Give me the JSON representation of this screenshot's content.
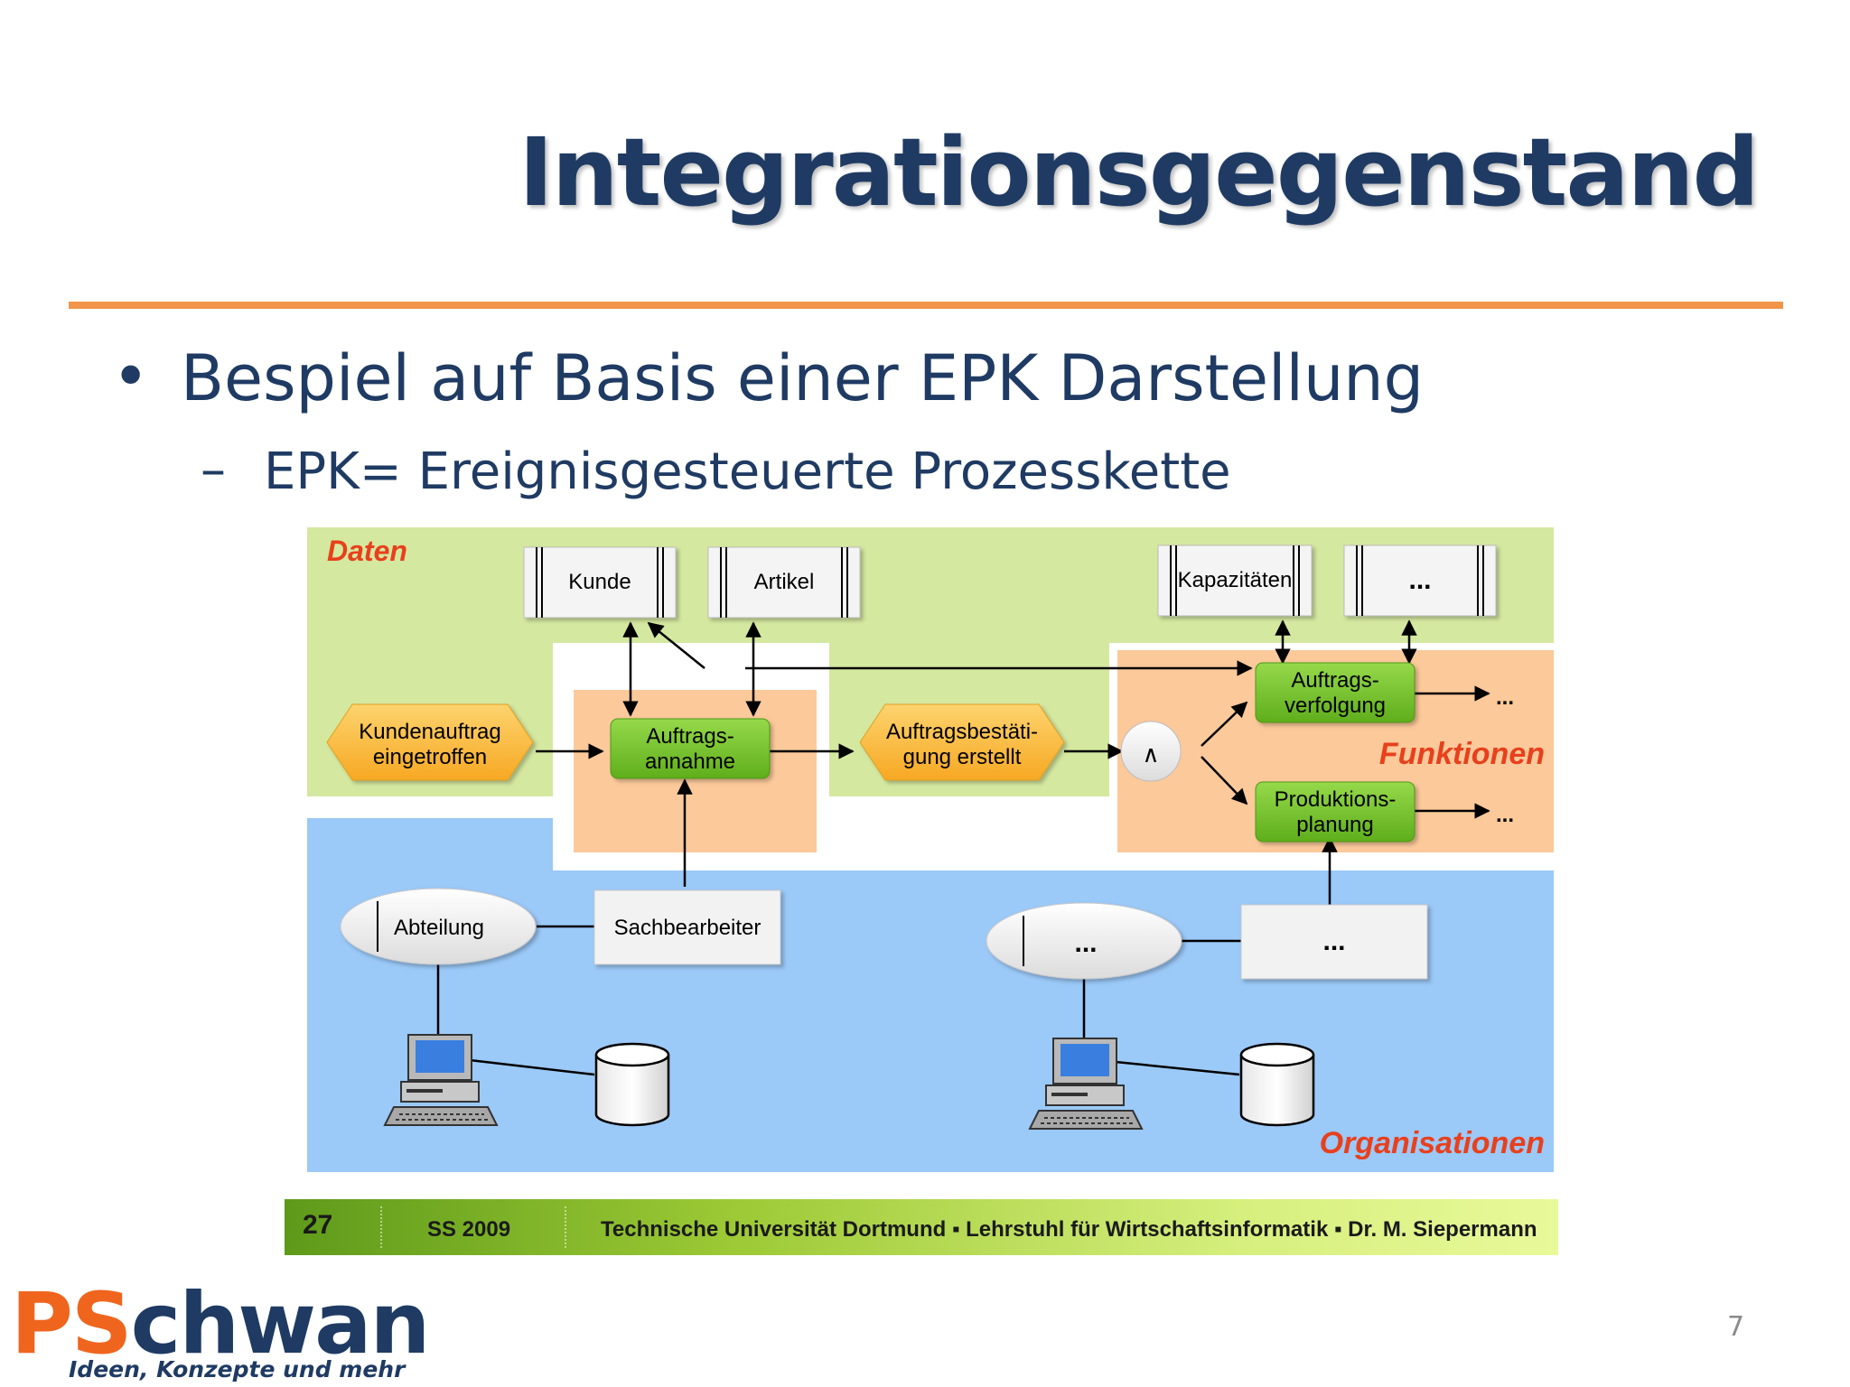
{
  "slide": {
    "title": "Integrationsgegenstand",
    "bullet": "Bespiel auf Basis einer EPK Darstellung",
    "subbullet": "EPK= Ereignisgesteuerte Prozesskette",
    "page_number": "7"
  },
  "diagram": {
    "regions": {
      "data": "Daten",
      "functions": "Funktionen",
      "organisations": "Organisationen"
    },
    "data_objects": {
      "kunde": "Kunde",
      "artikel": "Artikel",
      "kapazitaeten": "Kapazitäten",
      "more": "..."
    },
    "events": {
      "kundenauftrag_1": "Kundenauftrag",
      "kundenauftrag_2": "eingetroffen",
      "bestaetigung_1": "Auftragsbestäti-",
      "bestaetigung_2": "gung erstellt"
    },
    "functions": {
      "annahme_1": "Auftrags-",
      "annahme_2": "annahme",
      "verfolgung_1": "Auftrags-",
      "verfolgung_2": "verfolgung",
      "planung_1": "Produktions-",
      "planung_2": "planung"
    },
    "connector": "∧",
    "org": {
      "abteilung": "Abteilung",
      "sachbearbeiter": "Sachbearbeiter",
      "org_unit_more": "...",
      "role_more": "..."
    },
    "continuation_1": "...",
    "continuation_2": "..."
  },
  "footer": {
    "number": "27",
    "term": "SS 2009",
    "institution": "Technische Universität Dortmund ▪ Lehrstuhl für Wirtschaftsinformatik ▪ Dr. M. Siepermann"
  },
  "logo": {
    "part1": "PS",
    "part2": "chwan",
    "tagline": "Ideen, Konzepte und mehr"
  },
  "colors": {
    "title": "#1f3b63",
    "rule": "#f0954a",
    "data_region": "#d5e8a0",
    "function_region": "#fcc99a",
    "org_region": "#9bc9f8",
    "event_fill": "#fbb93e",
    "function_fill": "#79c52d",
    "region_label": "#e8401c",
    "logo_orange": "#f0651e"
  }
}
